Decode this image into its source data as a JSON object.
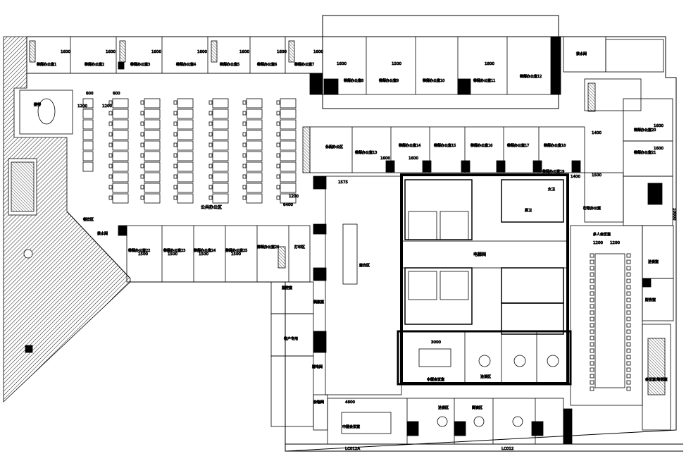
{
  "rooms": {
    "lawyer_offices_top": [
      "律师办公室1",
      "律师办公室2",
      "律师办公室3",
      "律师办公室4",
      "律师办公室5",
      "律师办公室6",
      "律师办公室7"
    ],
    "lawyer_offices_top_right": [
      "律师办公室8",
      "律师办公室9",
      "律师办公室10",
      "律师办公室11",
      "律师办公室12"
    ],
    "lawyer_offices_mid": [
      "律师办公室13",
      "律师办公室14",
      "律师办公室15",
      "律师办公室16",
      "律师办公室17",
      "律师办公室18",
      "律师办公室19"
    ],
    "lawyer_offices_right": [
      "律师办公室20",
      "律师办公室21"
    ],
    "lawyer_offices_lower": [
      "律师办公室22",
      "律师办公室23",
      "律师办公室24",
      "律师办公室25",
      "律师办公室26"
    ],
    "reception": "接待",
    "tea_room": "茶水间",
    "tea_room_2": "茶水间",
    "restaurant": "餐饮区",
    "public_office": "公共办公区",
    "leisure": "休闲办公区",
    "print_area": "打印区",
    "wc_female": "女卫",
    "wc_male": "男卫",
    "admin_office": "行政办公室",
    "elevator_hall": "电梯间",
    "front_desk": "前台区",
    "multi_meeting": "多人会议室",
    "negotiation": "洽谈室",
    "medium_meeting": "中型会议室",
    "negotiation_area": "洽谈区",
    "reading": "阅读区",
    "archive": "档案室",
    "server": "弱电间",
    "client_room": "客户专用",
    "storage": "杂物间",
    "control_room": "监控室",
    "finance": "财务室",
    "conference_room": "会议室/培训室"
  },
  "dimensions": {
    "top_offices": [
      "1600",
      "1600",
      "1600",
      "1600",
      "1600",
      "1600",
      "1600"
    ],
    "top_right_offices": [
      "1600",
      "1500",
      "1800"
    ],
    "workstations": [
      "600",
      "600",
      "1200",
      "1200",
      "1200"
    ],
    "lower_offices": [
      "1500",
      "1500",
      "1500",
      "1500"
    ],
    "corridor": "1575",
    "table_width": "1200",
    "meeting_width": [
      "1200",
      "1200"
    ],
    "meeting_table": "3000",
    "small_meeting": "4800",
    "right_offices": [
      "1600",
      "1600",
      "1200"
    ],
    "tea_dims": [
      "1400",
      "1500"
    ],
    "misc": [
      "1400",
      "1600",
      "1600",
      "6400",
      "10000"
    ]
  },
  "grid_axes": {
    "bottom_left": "LC012A",
    "bottom_mid": "LC012"
  }
}
